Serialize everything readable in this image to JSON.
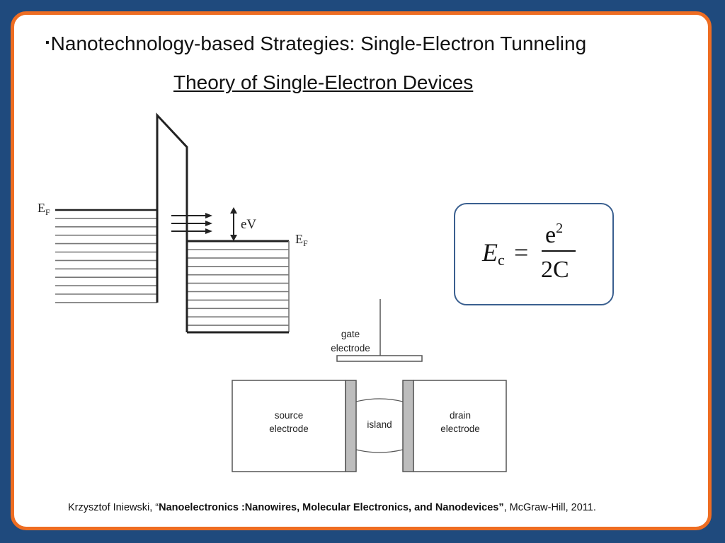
{
  "slide": {
    "bullet": "▪",
    "title": "Nanotechnology-based Strategies: Single-Electron Tunneling",
    "subtitle": "Theory of Single-Electron Devices"
  },
  "band_diagram": {
    "left_label_main": "E",
    "left_label_sub": "F",
    "right_label_main": "E",
    "right_label_sub": "F",
    "bias_label": "eV"
  },
  "device": {
    "gate_label_line1": "gate",
    "gate_label_line2": "electrode",
    "source_line1": "source",
    "source_line2": "electrode",
    "island": "island",
    "drain_line1": "drain",
    "drain_line2": "electrode"
  },
  "formula": {
    "lhs_main": "E",
    "lhs_sub": "c",
    "equals": "=",
    "numerator_base": "e",
    "numerator_exp": "2",
    "denominator": "2C"
  },
  "citation": {
    "author": "Krzysztof Iniewski, “",
    "book": "Nanoelectronics :Nanowires, Molecular Electronics, and Nanodevices”",
    "publisher": ", McGraw-Hill, 2011."
  }
}
